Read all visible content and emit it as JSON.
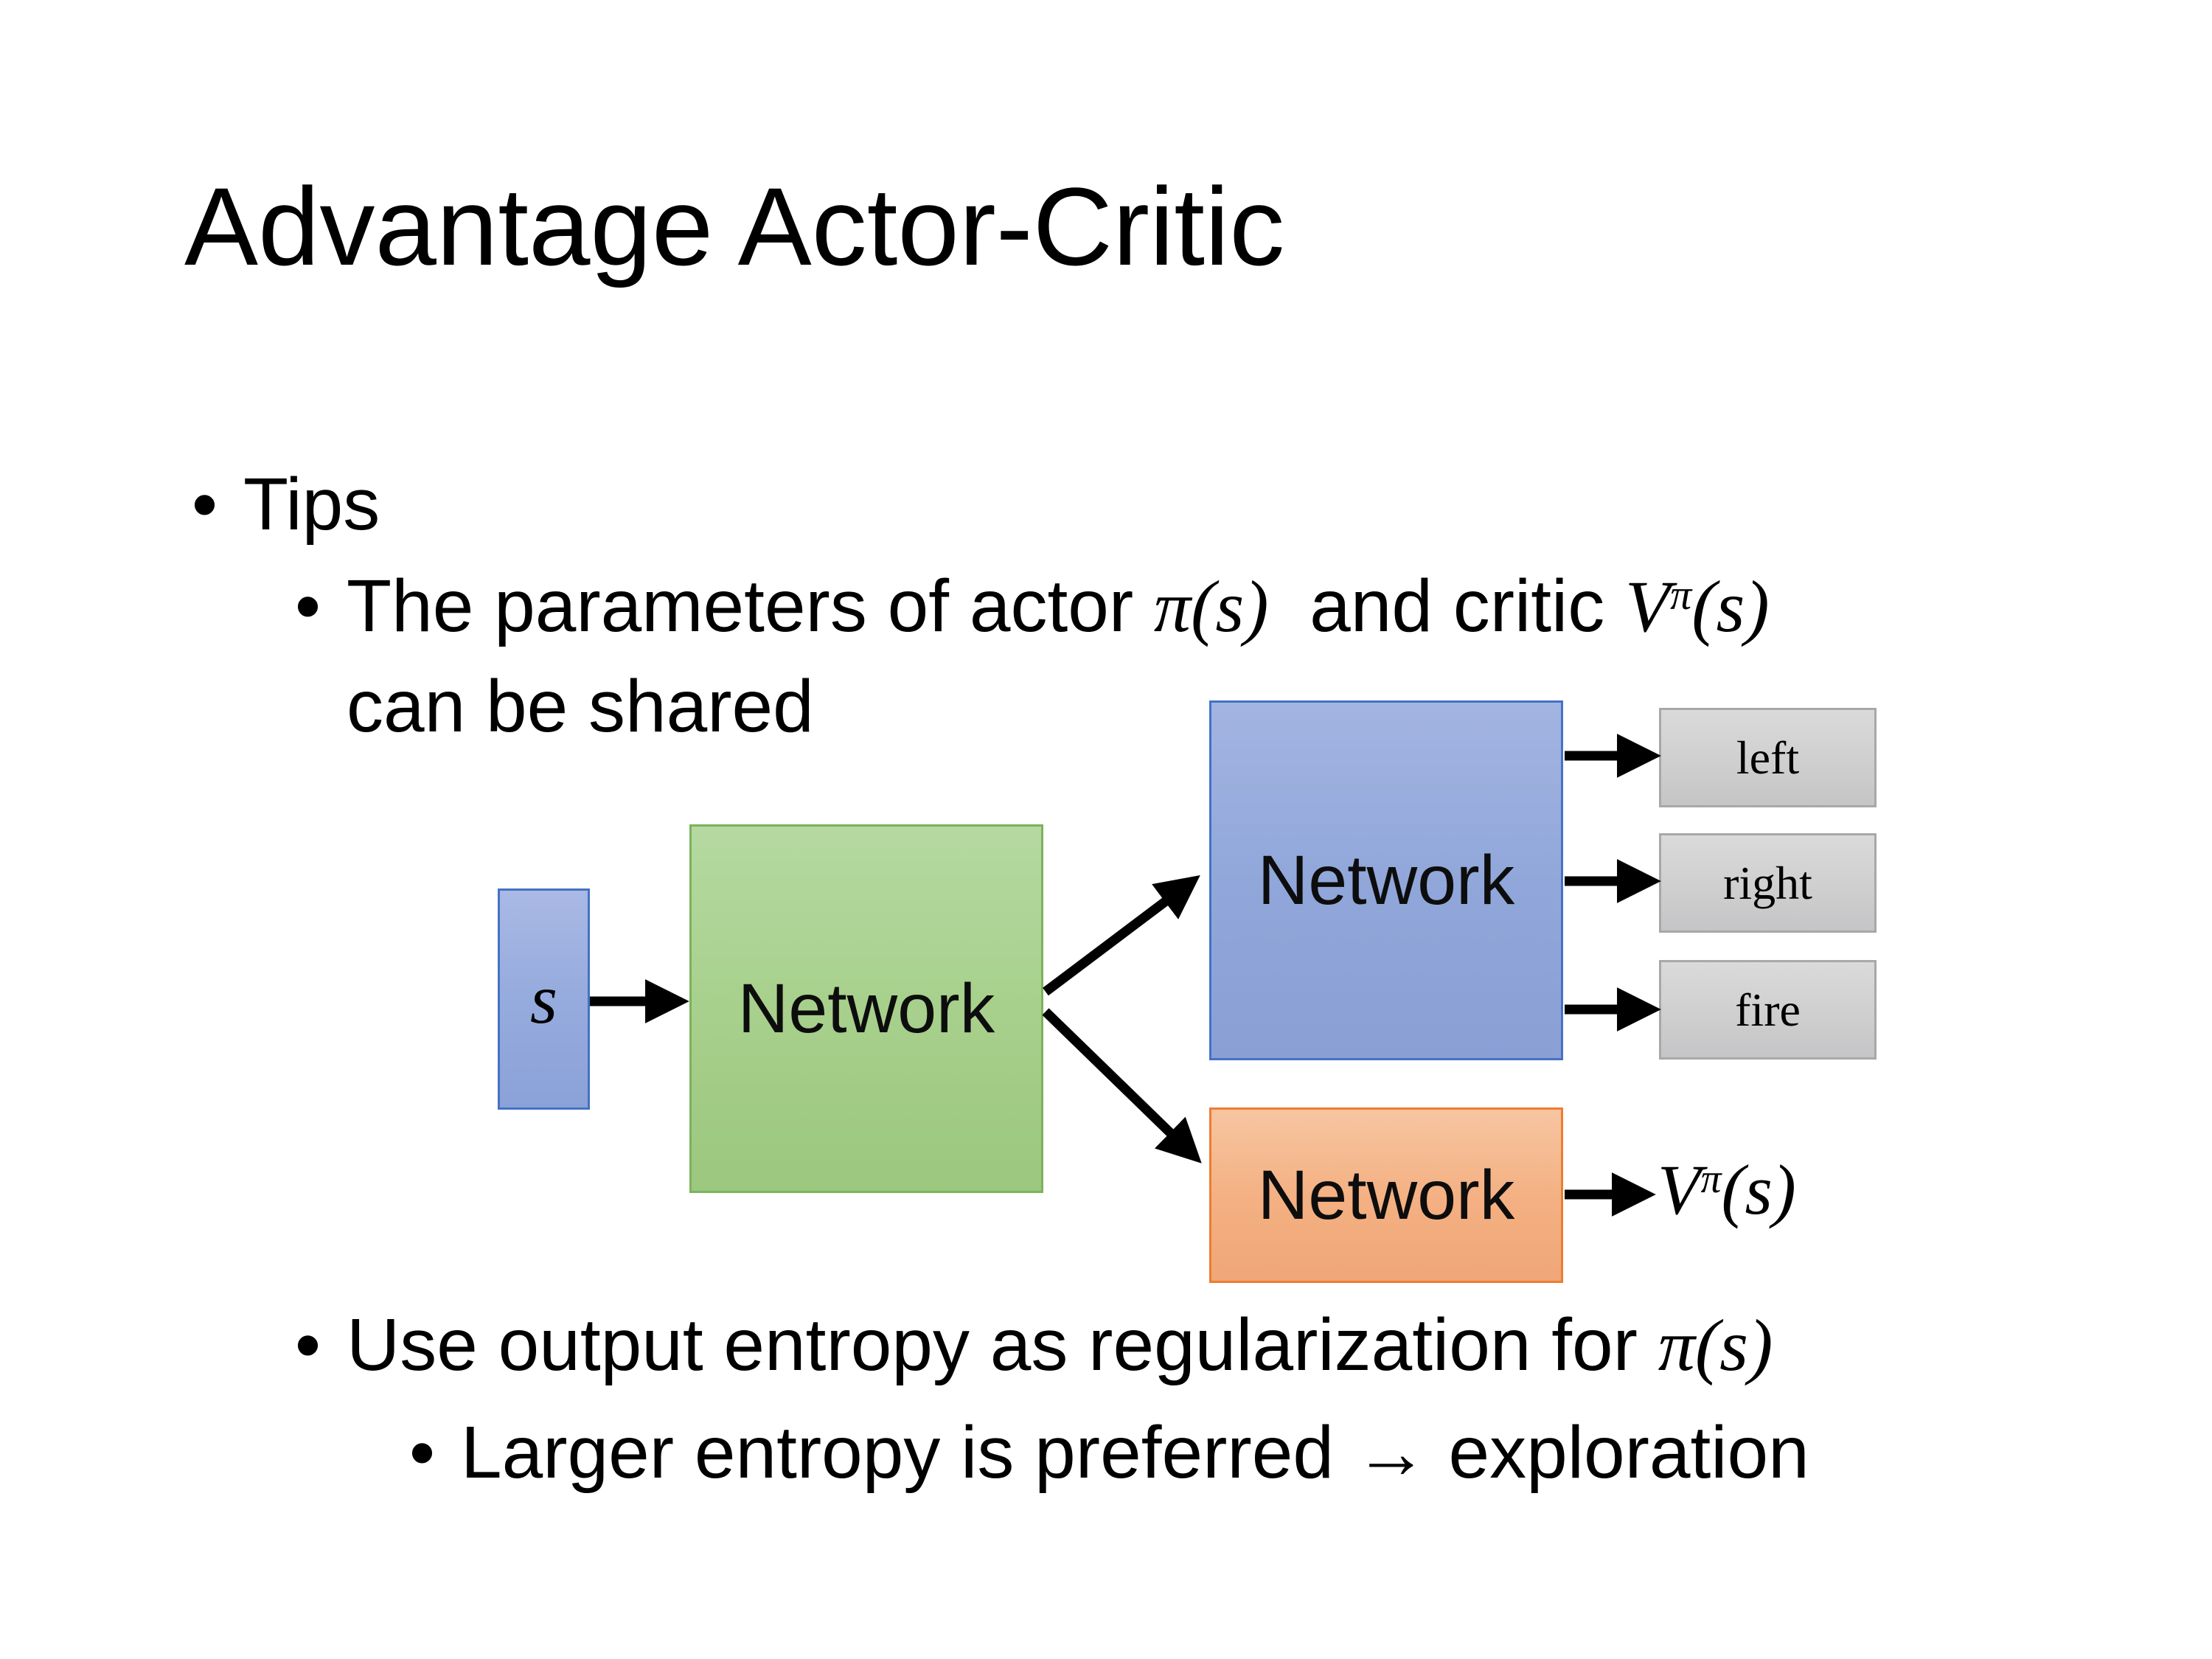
{
  "slide": {
    "title": "Advantage Actor-Critic",
    "bullet_glyph": "•",
    "tips": "Tips",
    "param_line": {
      "text1": "The parameters of actor ",
      "math_actor": "π(s)",
      "text2": "  and critic ",
      "critic_base": "V",
      "critic_sup": "π",
      "critic_args": "(s)"
    },
    "param_line2": "can be shared",
    "entropy_line": {
      "text": "Use output entropy as regularization for ",
      "math": "π(s)"
    },
    "exploration_line": "Larger entropy is preferred → exploration"
  },
  "diagram": {
    "state_label": "s",
    "shared_network": "Network",
    "actor_network": "Network",
    "critic_network": "Network",
    "actions": [
      "left",
      "right",
      "fire"
    ],
    "value_base": "V",
    "value_sup": "π",
    "value_args": "(s)",
    "colors": {
      "state_fill": "#97ACDE",
      "state_border": "#4472C4",
      "shared_fill": "#A9D18E",
      "shared_border": "#7CB25C",
      "actor_fill": "#91A7DA",
      "actor_border": "#4472C4",
      "critic_fill": "#F4B183",
      "critic_border": "#ED7D31",
      "action_fill": "#CFCFCF",
      "action_border": "#A8A8A8",
      "arrow": "#000000"
    }
  }
}
